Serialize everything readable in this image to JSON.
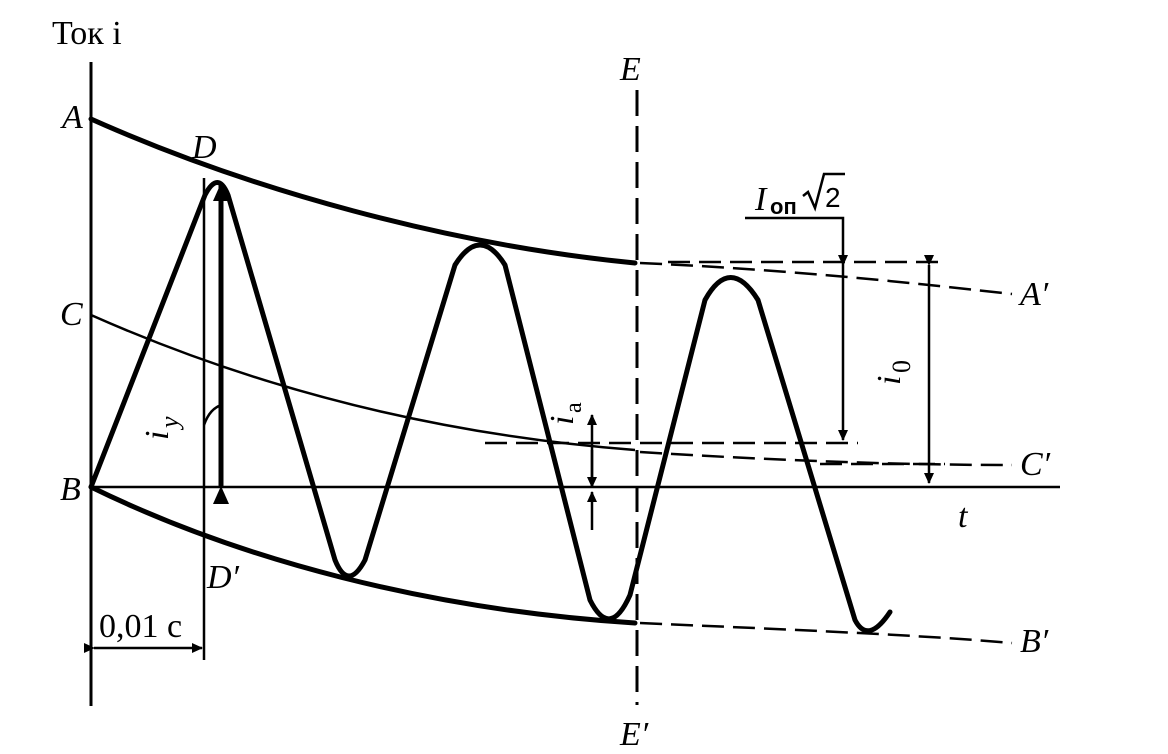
{
  "labels": {
    "y_axis": "Ток i",
    "x_axis": "t",
    "A": "A",
    "A_prime": "A′",
    "B": "B",
    "B_prime": "B′",
    "C": "C",
    "C_prime": "C′",
    "D": "D",
    "D_prime": "D′",
    "E": "E",
    "E_prime": "E′",
    "i_y": "i",
    "i_y_sub": "y",
    "i_a": "i",
    "i_a_sub": "a",
    "i_0": "i",
    "i_0_sub": "0",
    "I_op": "I",
    "I_op_sub": "оп",
    "sqrt2": "2",
    "period": "0,01 с"
  }
}
